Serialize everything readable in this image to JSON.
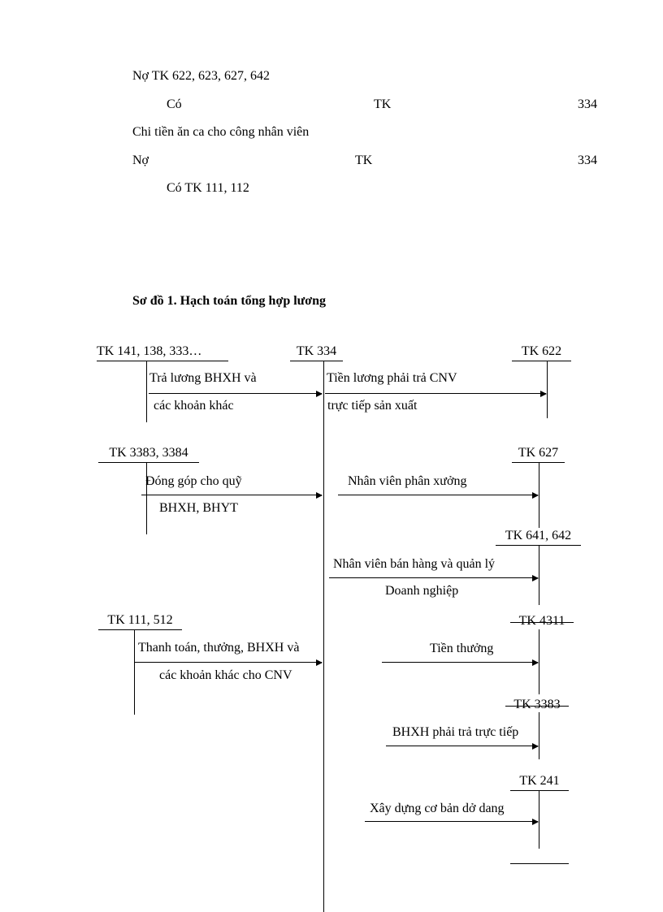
{
  "colors": {
    "text": "#000000",
    "background": "#ffffff"
  },
  "journal": {
    "l1": "Nợ TK 622, 623, 627, 642",
    "l2a": "Có",
    "l2b": "TK",
    "l2c": "334",
    "l3": "Chi tiền ăn ca cho công nhân viên",
    "l4a": "Nợ",
    "l4b": "TK",
    "l4c": "334",
    "l5": "Có TK 111, 112"
  },
  "title": "Sơ đồ 1. Hạch toán tổng hợp lương",
  "diagram": {
    "acct_left1": "TK 141, 138, 333…",
    "acct_center": "TK 334",
    "acct_622": "TK 622",
    "acct_3383_3384": "TK 3383, 3384",
    "acct_627": "TK 627",
    "acct_641_642": "TK 641, 642",
    "acct_111_512": "TK 111, 512",
    "acct_4311": "TK 4311",
    "acct_3383": "TK 3383",
    "acct_241": "TK 241",
    "flow1_left_l1": "Trả lương BHXH và",
    "flow1_left_l2": "các khoản khác",
    "flow1_right_l1": "Tiền lương phải trả CNV",
    "flow1_right_l2": "trực tiếp sản xuất",
    "flow2_left_l1": "Đóng góp cho quỹ",
    "flow2_left_l2": "BHXH, BHYT",
    "flow2_right": "Nhân viên phân xưởng",
    "flow3_l1": "Nhân viên bán hàng và quản lý",
    "flow3_l2": "Doanh nghiệp",
    "flow4_left_l1": "Thanh toán, thưởng, BHXH và",
    "flow4_left_l2": "các khoản khác cho CNV",
    "flow4_right": "Tiền thưởng",
    "flow5": "BHXH phải trả trực tiếp",
    "flow6": "Xây dựng cơ bản dở dang"
  }
}
